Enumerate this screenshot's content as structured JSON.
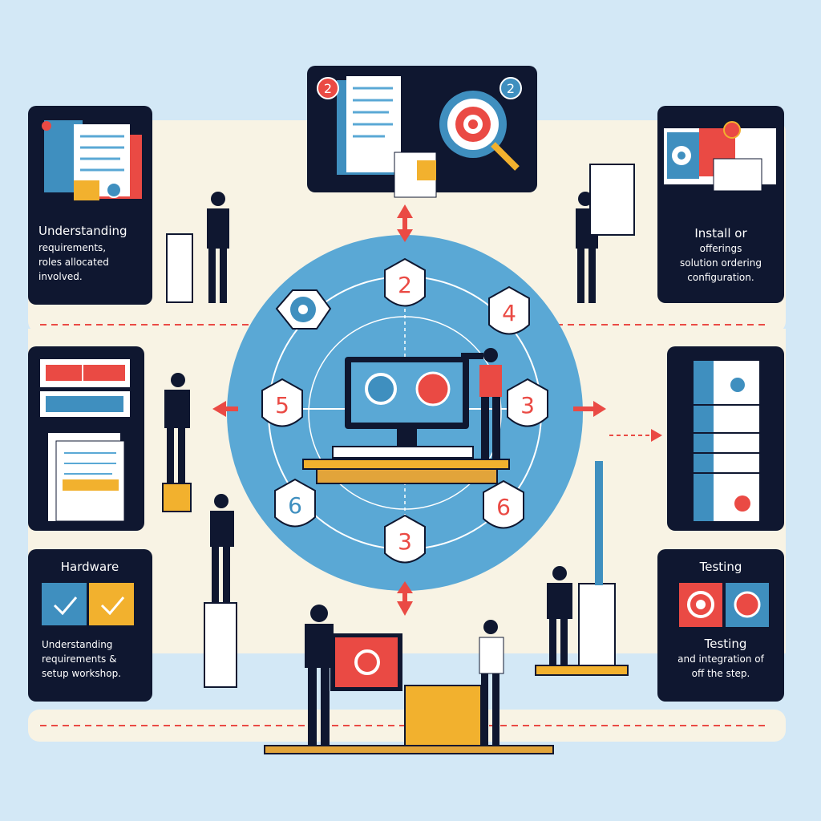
{
  "colors": {
    "background": "#d3e8f6",
    "band": "#f8f3e4",
    "panel": "#0f1730",
    "circle": "#5aa8d5",
    "red": "#ea4a44",
    "blue": "#3f8fbf",
    "yellow": "#f2b12e",
    "wood": "#e2a43a"
  },
  "panels": {
    "top_left": {
      "title": "Understanding",
      "lines": [
        "requirements,",
        "roles allocated",
        "involved."
      ]
    },
    "top_right": {
      "title": "Install or",
      "lines": [
        "offerings",
        "solution ordering",
        "configuration."
      ]
    },
    "bottom_left": {
      "title": "Hardware",
      "lines": [
        "Understanding",
        "requirements &",
        "setup workshop."
      ]
    },
    "bottom_right": {
      "title": "Testing",
      "subtitle": "Testing",
      "lines": [
        "and integration of",
        "off the step."
      ]
    }
  },
  "steps": [
    "2",
    "4",
    "5",
    "3",
    "6",
    "6",
    "3"
  ],
  "top_badges": [
    "2",
    "2"
  ]
}
